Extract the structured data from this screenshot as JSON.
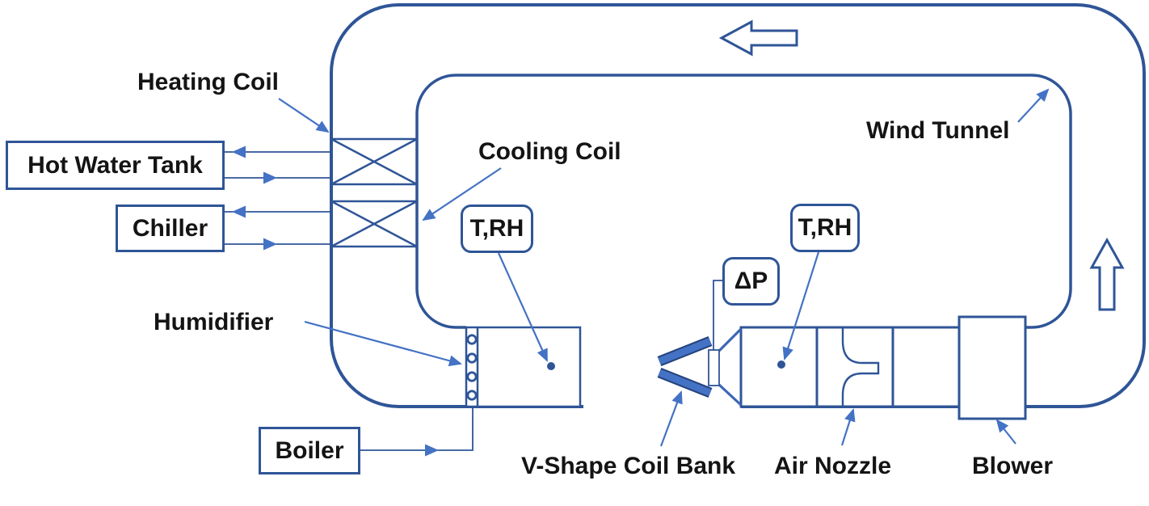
{
  "diagram": {
    "labels": {
      "heating_coil": "Heating Coil",
      "cooling_coil": "Cooling Coil",
      "humidifier": "Humidifier",
      "wind_tunnel": "Wind Tunnel",
      "v_shape_coil_bank": "V-Shape Coil Bank",
      "air_nozzle": "Air Nozzle",
      "blower": "Blower"
    },
    "equipment_boxes": {
      "hot_water_tank": "Hot Water Tank",
      "chiller": "Chiller",
      "boiler": "Boiler"
    },
    "sensor_tags": {
      "trh_humidifier_section": "T,RH",
      "trh_test_duct": "T,RH",
      "differential_pressure": "ΔP"
    },
    "icons": {
      "flow_arrow_top": "left-flow-arrow",
      "flow_arrow_right": "up-flow-arrow",
      "leader_arrows": "blue-arrowheads",
      "humidifier_nozzles": "spray-nozzle-circles",
      "sensor_points": "probe-dots"
    },
    "colors": {
      "wall_outline": "#2F5597",
      "accent_leader": "#4472C4",
      "text": "#141414",
      "background": "#FFFFFF"
    }
  }
}
